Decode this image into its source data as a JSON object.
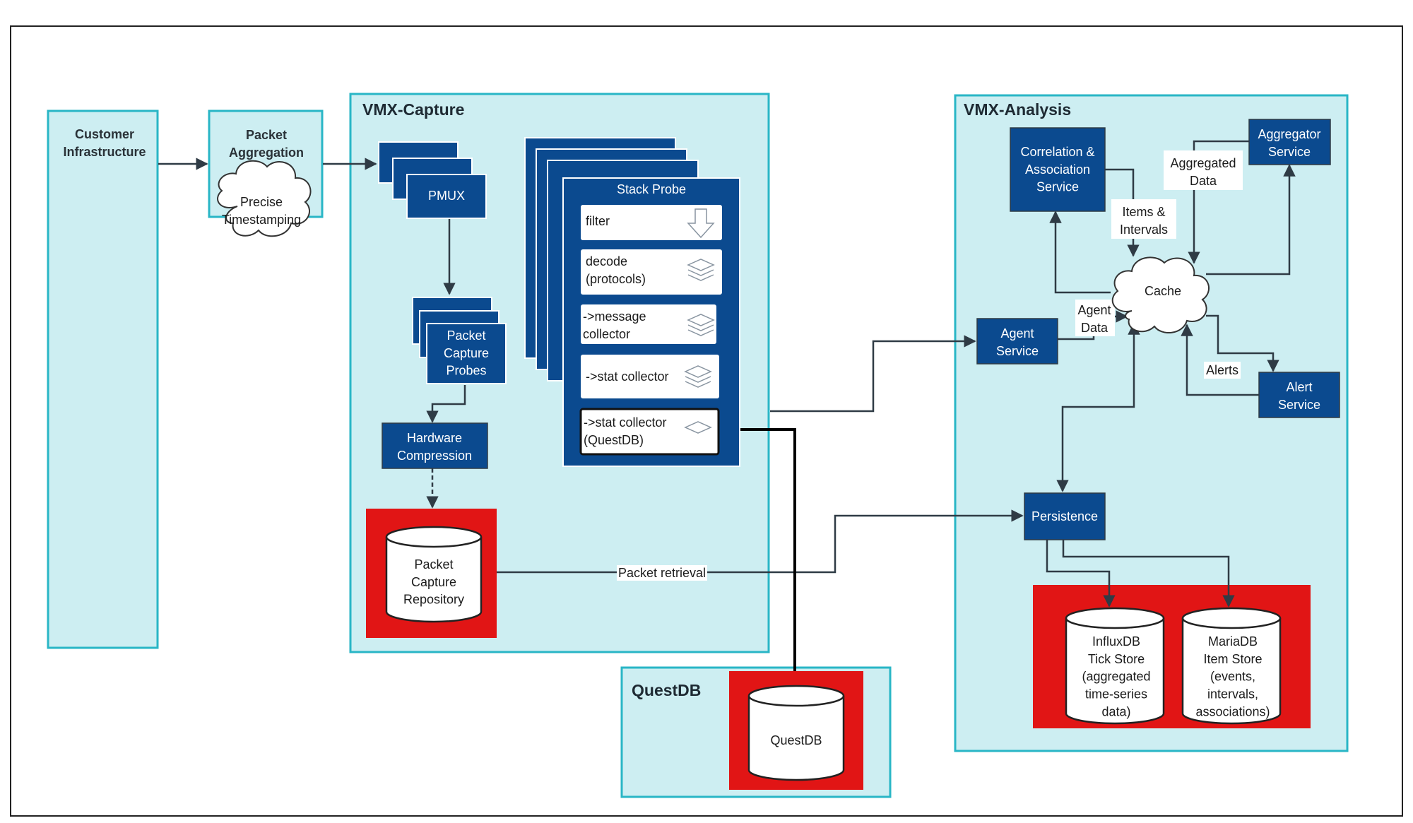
{
  "colors": {
    "container_fill": "#cdeef2",
    "container_border": "#29b6c6",
    "service_blue": "#0b4a8f",
    "repository_red": "#e11515",
    "connector": "#2f3b45"
  },
  "groups": {
    "customer_infrastructure": "Customer\nInfrastructure",
    "packet_aggregation": "Packet\nAggregation",
    "vmx_capture": "VMX-Capture",
    "vmx_analysis": "VMX-Analysis",
    "questdb_group": "QuestDB"
  },
  "capture": {
    "precise_timestamping": "Precise\nTimestamping",
    "pmux": "PMUX",
    "packet_capture_probes": "Packet\nCapture\nProbes",
    "hardware_compression": "Hardware\nCompression",
    "packet_capture_repository": "Packet\nCapture\nRepository",
    "stack_probe": {
      "title": "Stack Probe",
      "filter": "filter",
      "decode": "decode\n(protocols)",
      "message_collector": "->message\ncollector",
      "stat_collector": "->stat collector",
      "stat_collector_questdb": "->stat collector\n(QuestDB)",
      "icons": [
        "down-arrow-icon",
        "layers-icon",
        "layers-icon",
        "layers-icon",
        "diamond-icon"
      ]
    }
  },
  "questdb": {
    "store": "QuestDB"
  },
  "analysis": {
    "correlation_service": "Correlation &\nAssociation\nService",
    "aggregator_service": "Aggregator\nService",
    "cache": "Cache",
    "agent_service": "Agent\nService",
    "alert_service": "Alert\nService",
    "persistence": "Persistence",
    "influxdb": "InfluxDB\nTick Store\n(aggregated\ntime-series\ndata)",
    "mariadb": "MariaDB\nItem Store\n(events,\nintervals,\nassociations)"
  },
  "edge_labels": {
    "aggregated_data": "Aggregated\nData",
    "items_intervals": "Items &\nIntervals",
    "agent_data": "Agent\nData",
    "alerts": "Alerts",
    "packet_retrieval": "Packet retrieval"
  }
}
